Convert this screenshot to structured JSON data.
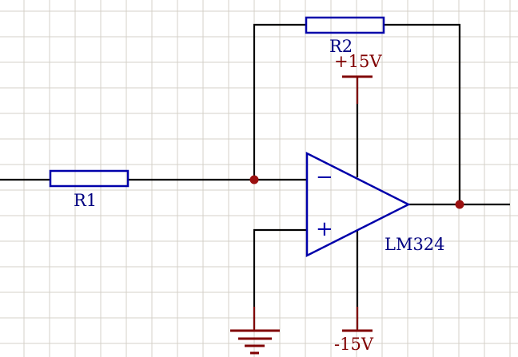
{
  "components": {
    "r1": {
      "label": "R1"
    },
    "r2": {
      "label": "R2"
    },
    "opamp": {
      "label": "LM324",
      "inverting_symbol": "−",
      "noninverting_symbol": "+"
    }
  },
  "power": {
    "positive": "+15V",
    "negative": "-15V"
  },
  "colors": {
    "background": "#ffffff",
    "grid": "#d4d0c8",
    "wire": "#000000",
    "component": "#0000aa",
    "power": "#800000",
    "junction": "#9b1010"
  }
}
